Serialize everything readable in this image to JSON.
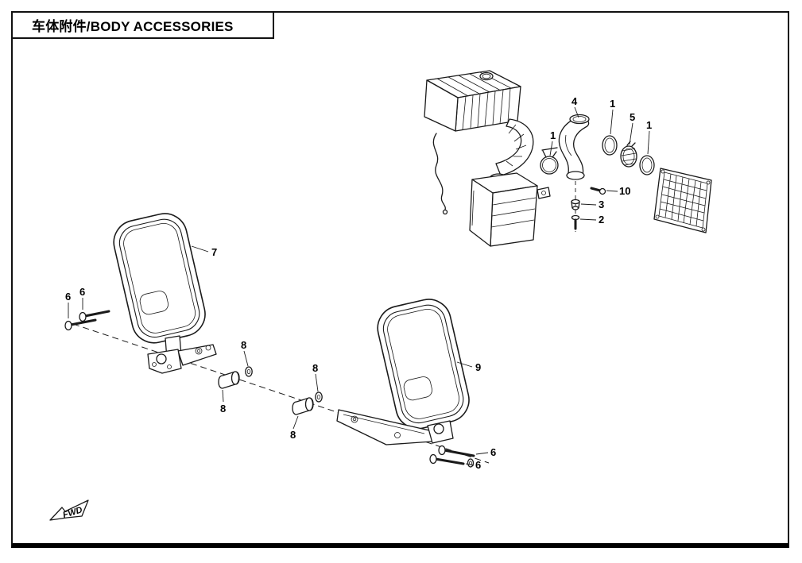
{
  "page": {
    "title": "车体附件/BODY ACCESSORIES",
    "fwd_label": "FWD"
  },
  "callouts": {
    "clamp_left": "1",
    "intake_duct": "4",
    "ring_a": "1",
    "clamp_band": "5",
    "ring_b": "1",
    "screw_10": "10",
    "pin_3": "3",
    "bolt_2": "2",
    "mirror_left": "7",
    "mirror_right": "9",
    "bolt_6_a": "6",
    "bolt_6_b": "6",
    "spacer_8_a": "8",
    "spacer_8_b": "8",
    "spacer_8_c": "8",
    "spacer_8_d": "8",
    "bolt_6_c": "6",
    "bolt_6_d": "6"
  }
}
